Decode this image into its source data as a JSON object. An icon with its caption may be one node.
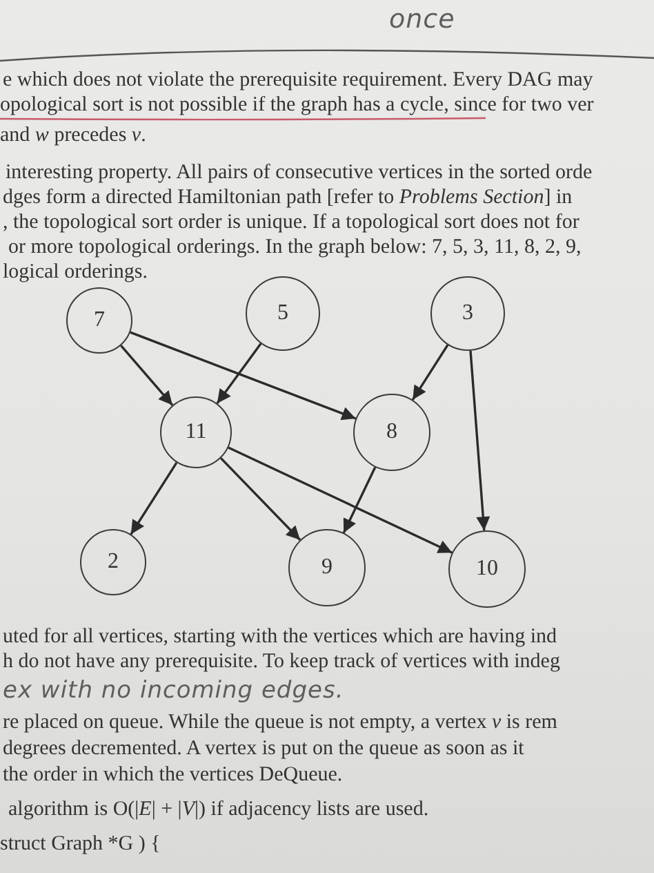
{
  "diagram": {
    "nodes": [
      {
        "text": [
          "7"
        ]
      },
      {
        "text": [
          "5"
        ]
      },
      {
        "text": [
          "3"
        ]
      },
      {
        "text": [
          "11"
        ]
      },
      {
        "text": [
          "8"
        ]
      },
      {
        "text": [
          "2"
        ]
      },
      {
        "text": [
          "9"
        ]
      },
      {
        "text": [
          "10"
        ]
      }
    ],
    "edges": [
      {
        "from": 0,
        "to": 3,
        "arrow": "to"
      },
      {
        "from": 0,
        "to": 4,
        "arrow": "to"
      },
      {
        "from": 1,
        "to": 3,
        "arrow": "to"
      },
      {
        "from": 2,
        "to": 4,
        "arrow": "to"
      },
      {
        "from": 2,
        "to": 7,
        "arrow": "to"
      },
      {
        "from": 3,
        "to": 5,
        "arrow": "to"
      },
      {
        "from": 3,
        "to": 6,
        "arrow": "to"
      },
      {
        "from": 3,
        "to": 7,
        "arrow": "to"
      },
      {
        "from": 4,
        "to": 6,
        "arrow": "to"
      }
    ],
    "labels": [
      "once",
      "e which does not violate the prerequisite requirement. Every DAG may",
      "opological sort is not possible if the graph has a cycle, since for two ver",
      "and *w* precedes *v*.",
      "interesting property. All pairs of consecutive vertices in the sorted orde",
      "dges form a directed Hamiltonian path [refer to *Problems Section*] in",
      ", the topological sort order is unique. If a topological sort does not for",
      "or more topological orderings. In the graph below: 7, 5, 3, 11, 8, 2, 9,",
      "logical orderings.",
      "uted for all vertices, starting with the vertices which are having ind",
      "h do not have any prerequisite. To keep track of vertices with indeg",
      "ex with no incoming edges.",
      "re placed on queue. While the queue is not empty, a vertex *v* is rem",
      "degrees decremented. A vertex is put on the queue as soon as it",
      "the order in which the vertices DeQueue.",
      "algorithm is O(|*E*| + |*V*|) if adjacency lists are used.",
      "struct Graph *G ) {"
    ]
  }
}
